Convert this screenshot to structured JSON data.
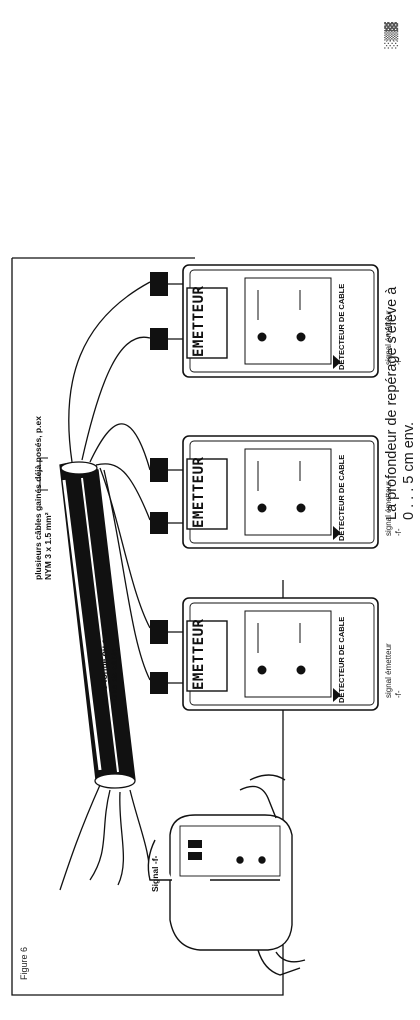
{
  "page_mark": "▓▒░",
  "side_text": {
    "line1": "La profondeur de repérage s'élève à",
    "line2": "0 . . . 5 cm env."
  },
  "figure": {
    "label": "Figure 6",
    "annotation_cables": "plusieurs câbles gainés déjà posés, p.ex",
    "annotation_cables_2": "NYM 3 x 1.5 mm²",
    "annotation_plinth": "plate-forme ou con-",
    "annotation_plinth_2": "duite de câble",
    "signal_label": "Signal -f-",
    "units": [
      {
        "title": "EMETTEUR",
        "sub": "DETECTEUR DE CABLE",
        "caption_1": "signal émetteur",
        "caption_2": "-f-"
      },
      {
        "title": "EMETTEUR",
        "sub": "DETECTEUR DE CABLE",
        "caption_1": "signal émetteur",
        "caption_2": "-f-"
      },
      {
        "title": "EMETTEUR",
        "sub": "DETECTEUR DE CABLE",
        "caption_1": "signal émetteur",
        "caption_2": "-f-"
      }
    ]
  }
}
